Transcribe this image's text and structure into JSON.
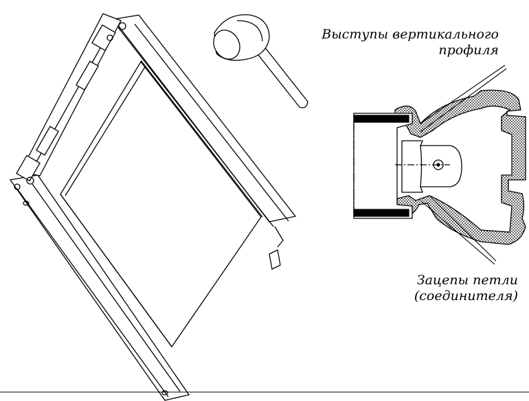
{
  "labels": {
    "profile_protrusions": [
      "Выступы вертикального",
      "профиля"
    ],
    "hinge_hooks": [
      "Зацепы петли",
      "(соединителя)"
    ]
  },
  "colors": {
    "line": "#000000",
    "background": "#ffffff",
    "hatch": "#000000"
  }
}
